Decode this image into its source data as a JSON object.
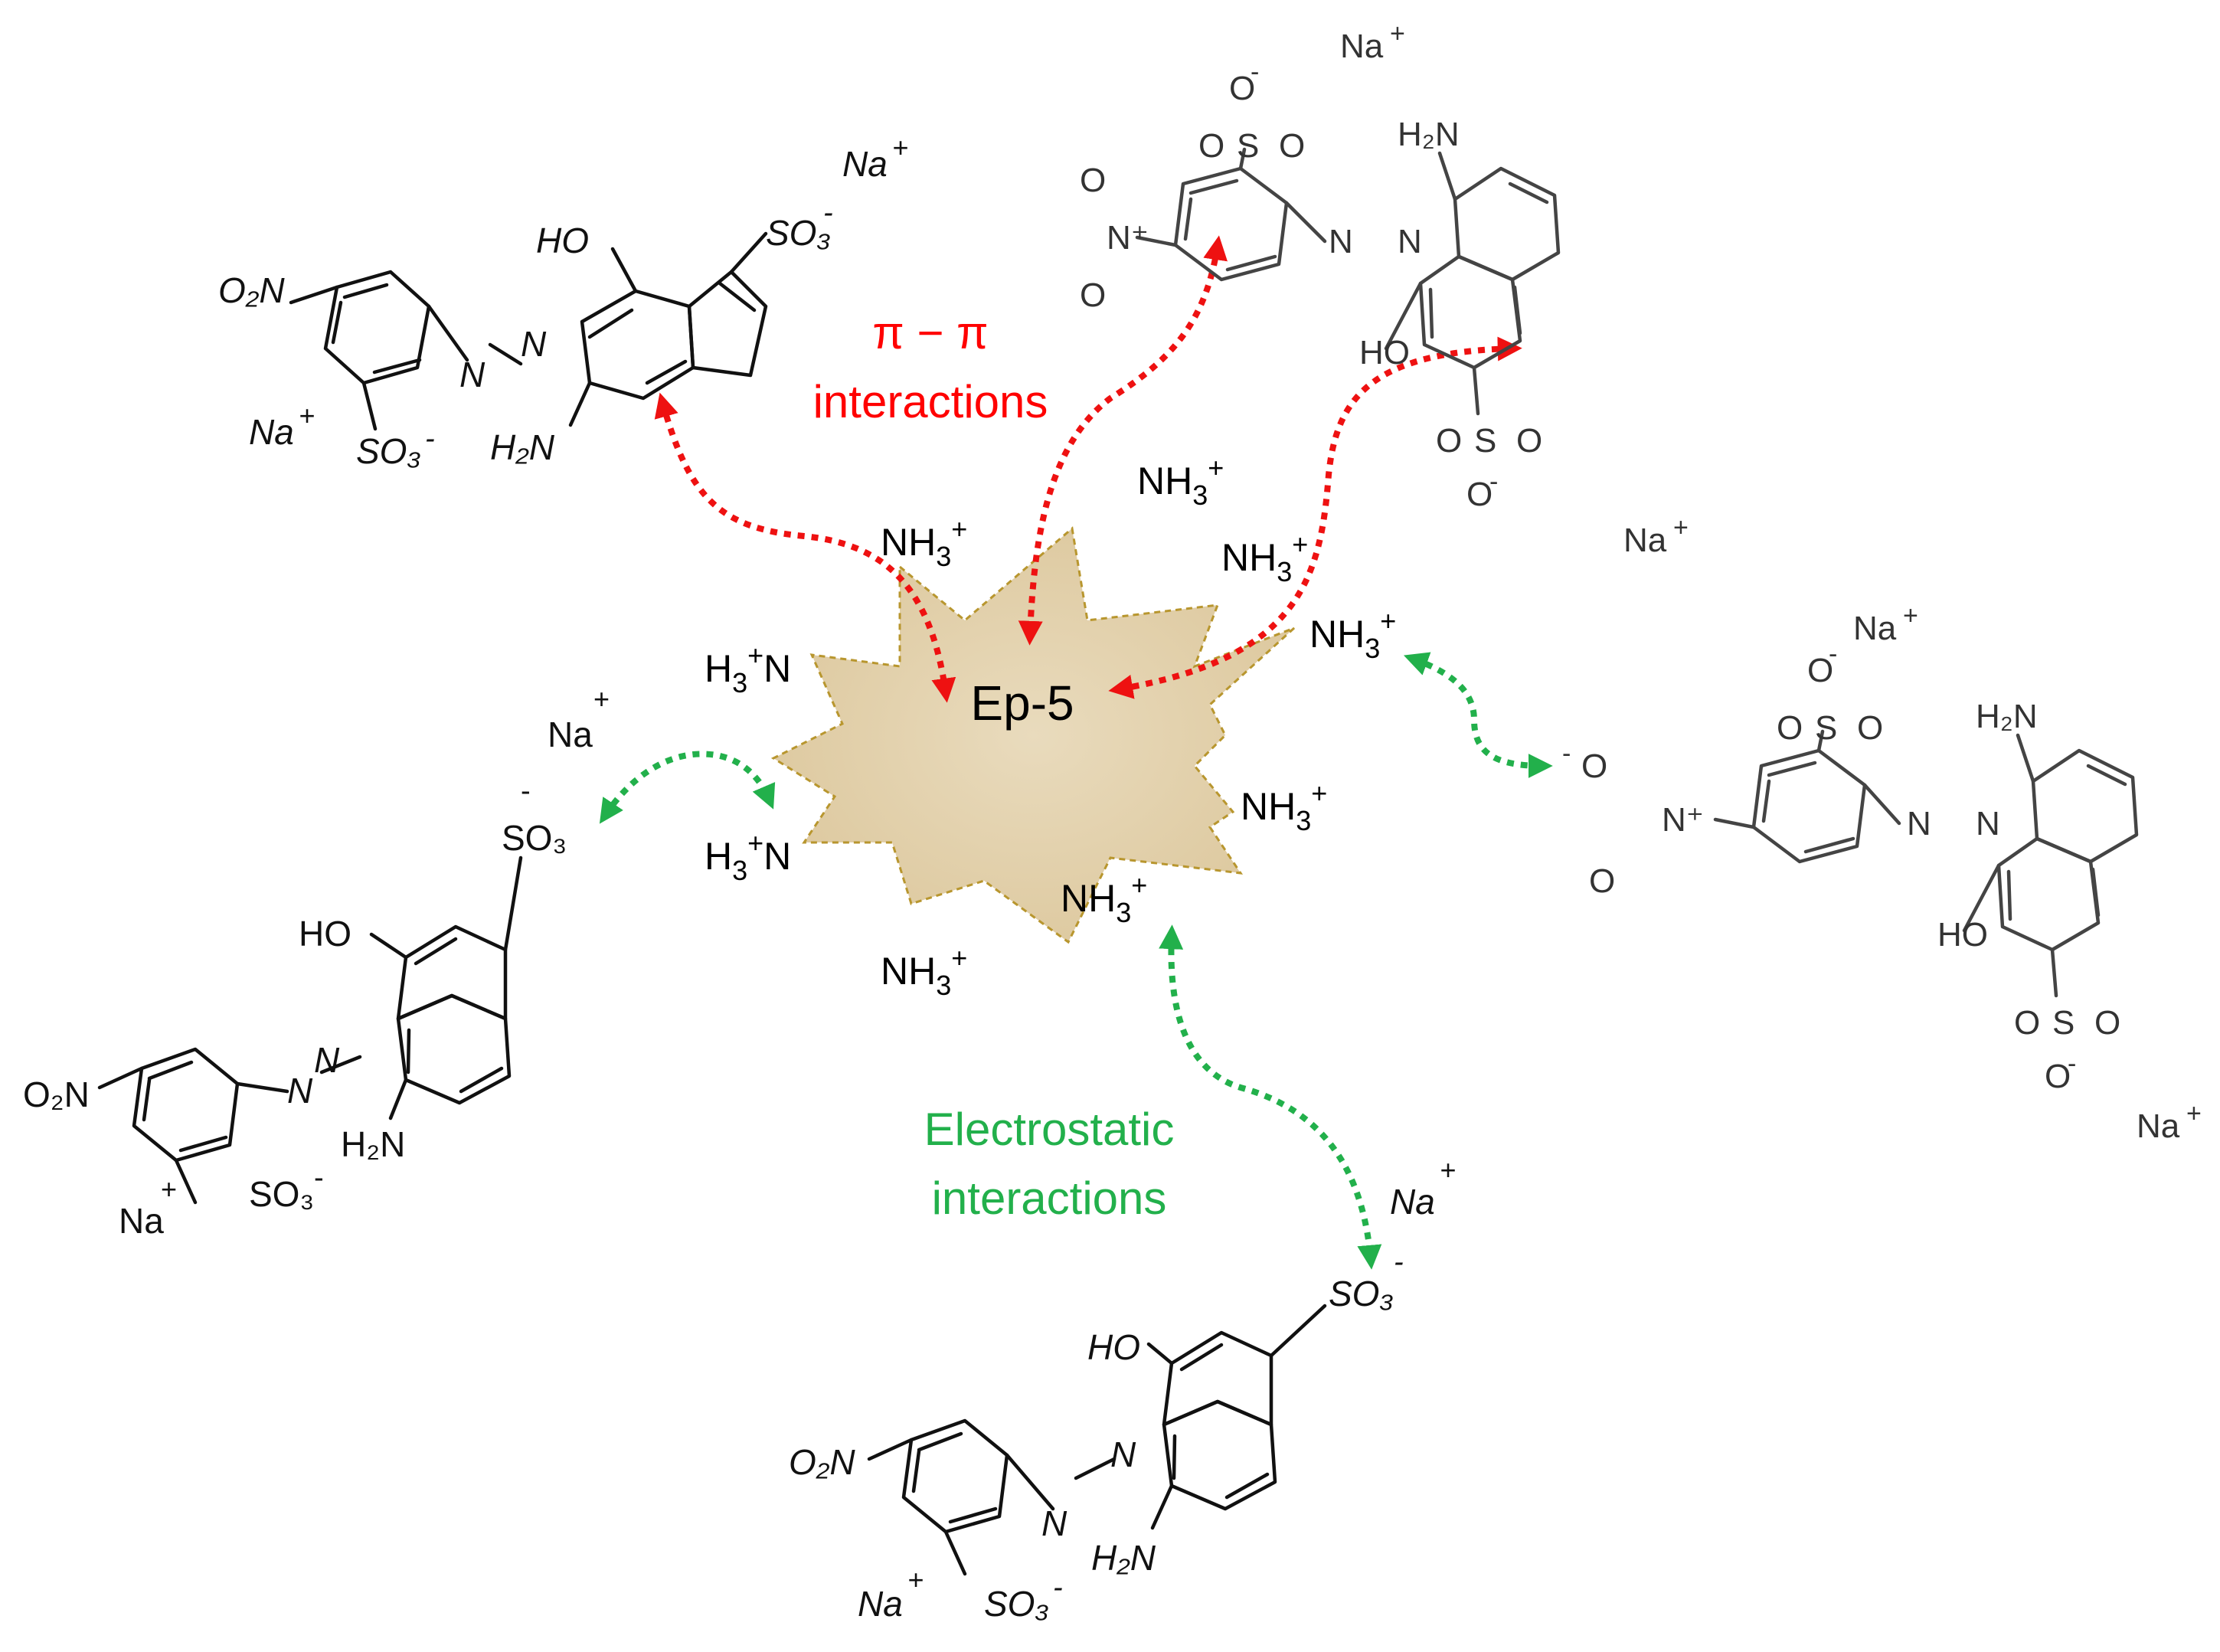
{
  "core": {
    "label": "Ep-5"
  },
  "amines": [
    {
      "main": "NH",
      "sub": "3",
      "sup": "+"
    },
    {
      "main": "NH",
      "sub": "3",
      "sup": "+"
    },
    {
      "main": "NH",
      "sub": "3",
      "sup": "+"
    },
    {
      "main": "NH",
      "sub": "3",
      "sup": "+"
    },
    {
      "main": "NH",
      "sub": "3",
      "sup": "+"
    },
    {
      "main": "NH",
      "sub": "3",
      "sup": "+"
    },
    {
      "main": "NH",
      "sub": "3",
      "sup": "+"
    },
    {
      "pre": "H",
      "sub": "3",
      "sup": "+",
      "post": "N"
    },
    {
      "pre": "H",
      "sub": "3",
      "sup": "+",
      "post": "N"
    }
  ],
  "annotations": {
    "pi_line1": "π − π",
    "pi_line2": "interactions",
    "es_line1": "Electrostatic",
    "es_line2": "interactions"
  },
  "chem": {
    "o2n": "O₂N",
    "ho": "HO",
    "h2n": "H₂N",
    "nh2": "H₂N",
    "so3": "SO₃",
    "minus": "-",
    "na": "Na",
    "plus": "+",
    "n": "N",
    "o": "O",
    "s": "S",
    "nplus": "N⁺",
    "ominus": "O⁻",
    "ominus_top": "O",
    "ominus_sup": "-"
  },
  "colors": {
    "pi": "#ff0000",
    "electrostatic": "#22b04b",
    "core_fill": "#e8d8b8",
    "core_stroke": "#b8962e"
  }
}
